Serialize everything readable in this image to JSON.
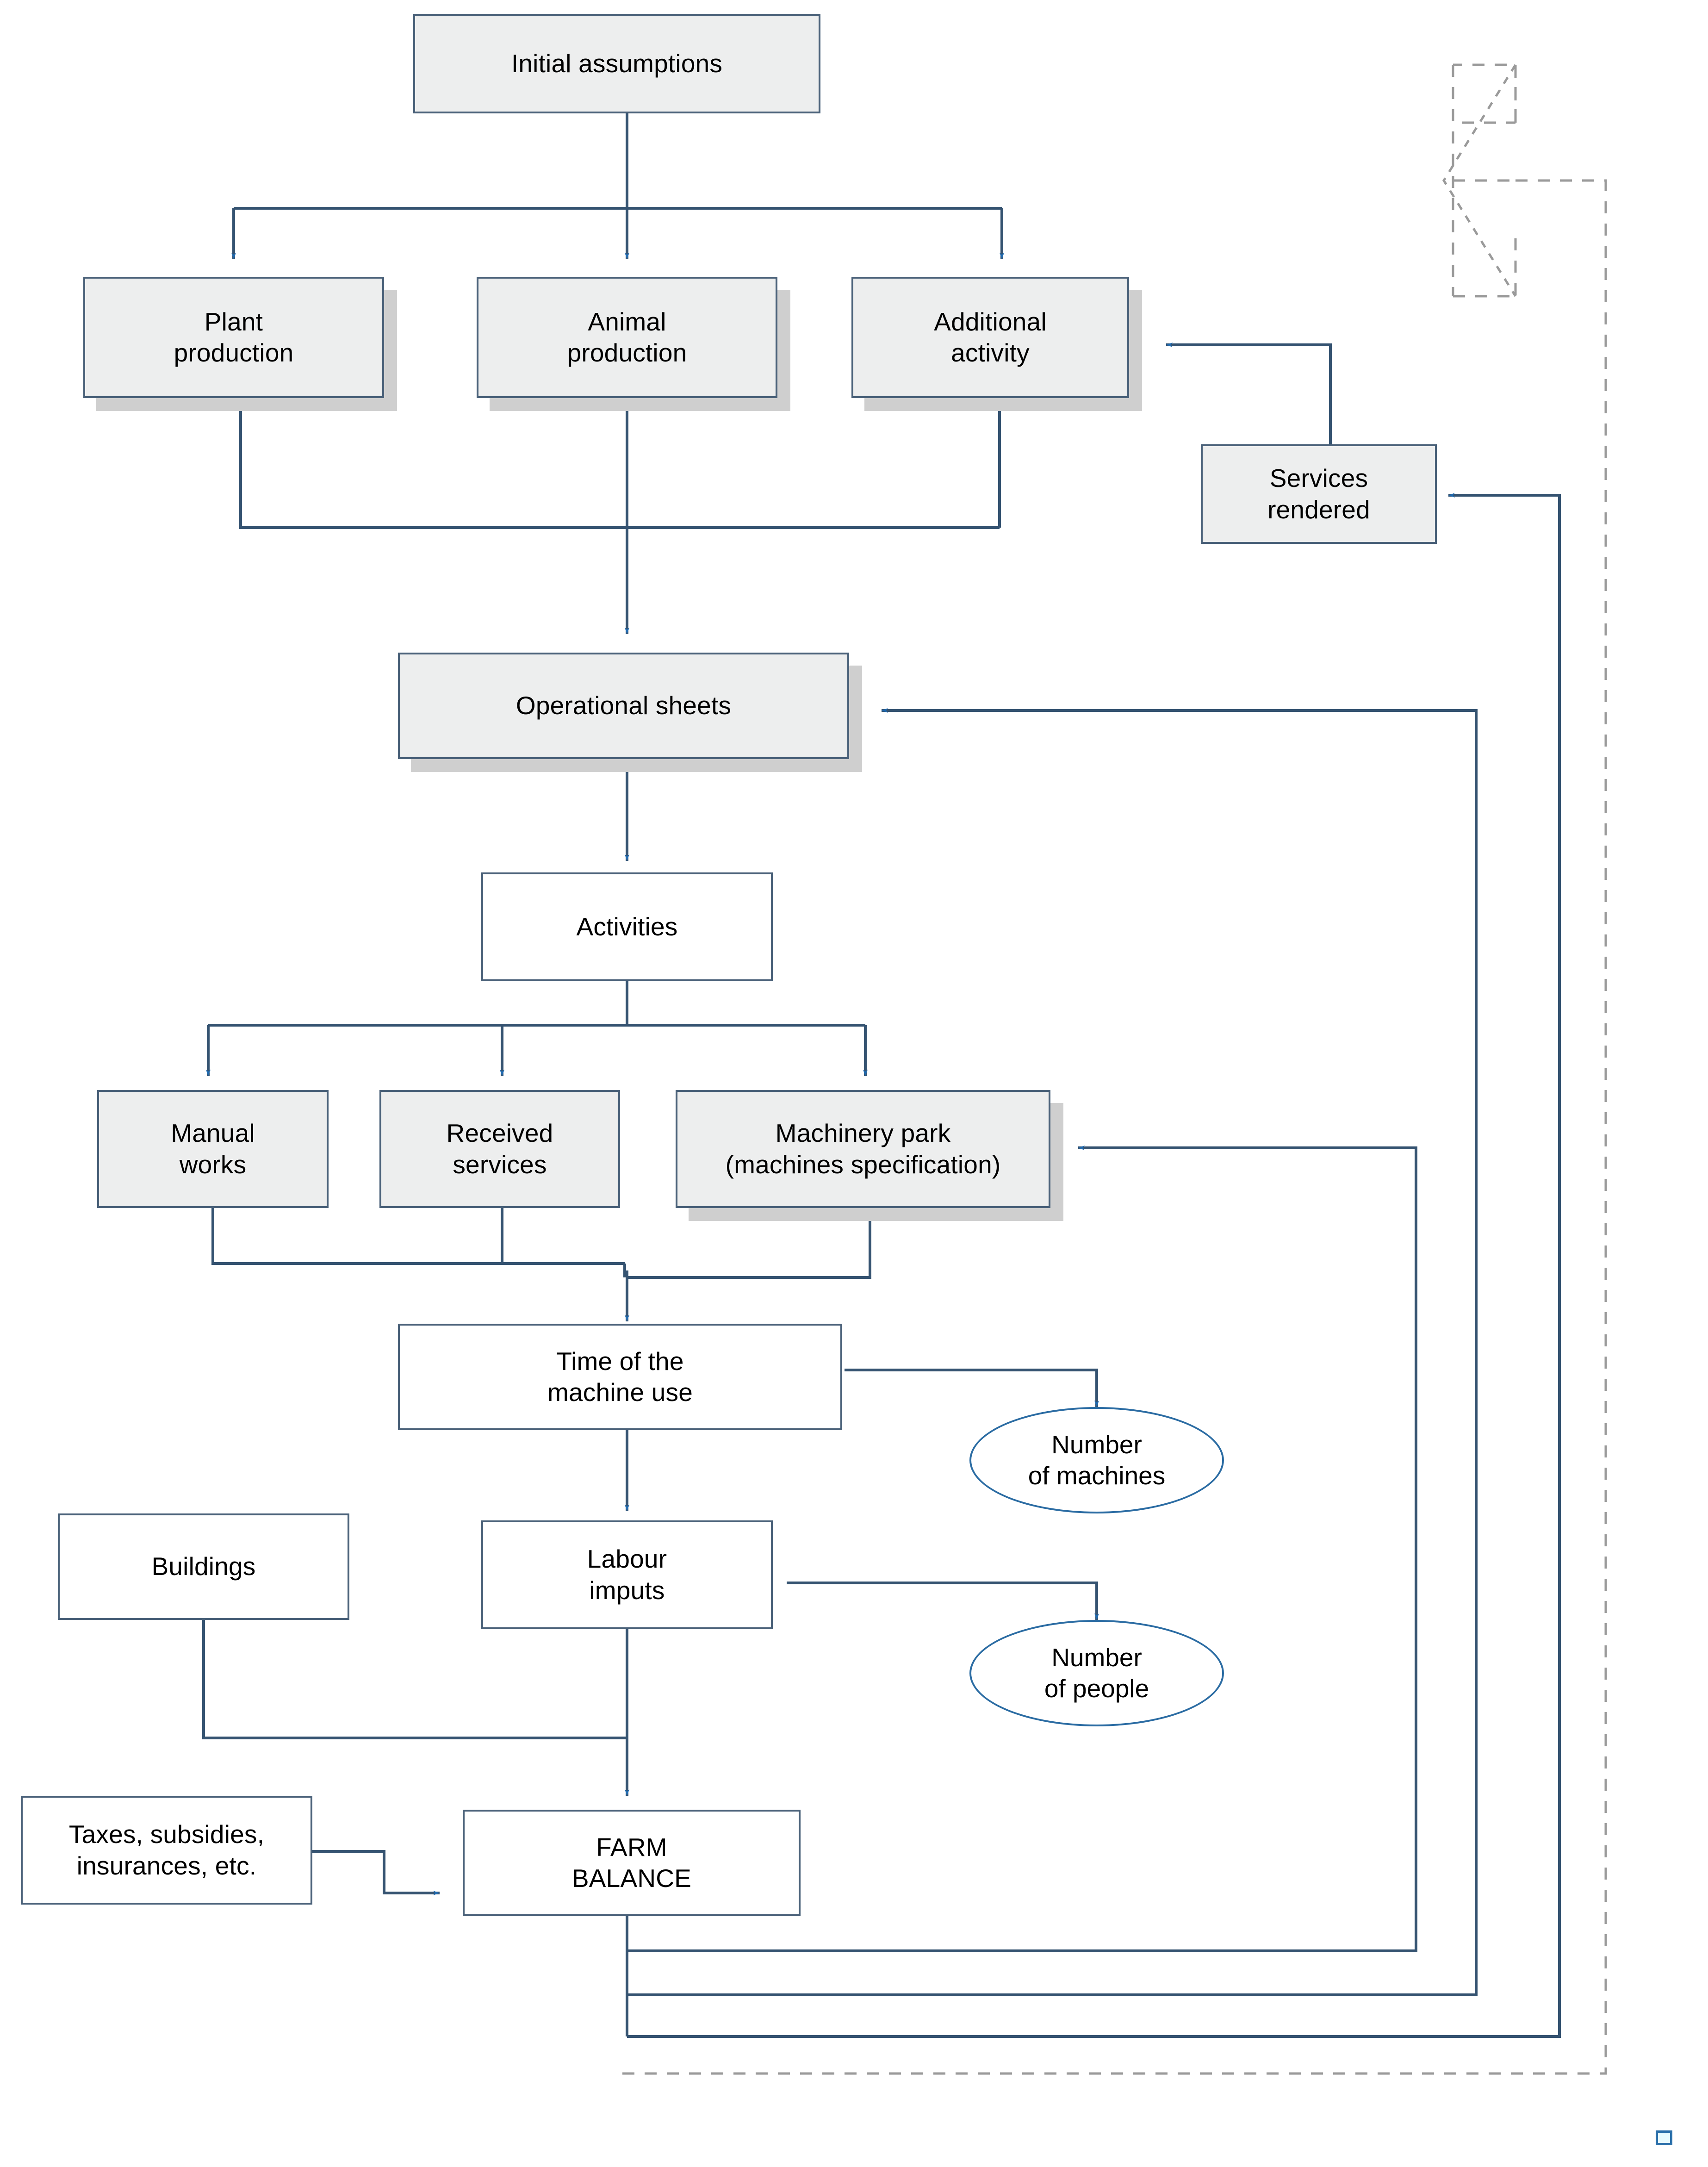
{
  "diagram": {
    "title": "Farm simulation model flowchart",
    "colors": {
      "box_border": "#4a6179",
      "box_fill_shaded": "#edeeee",
      "box_fill_plain": "#ffffff",
      "shadow": "#cfcfcf",
      "connector": "#355371",
      "arrowhead": "#1f6ab0",
      "ellipse_border": "#2b6ca3",
      "dashed_arrow": "#9a9a9a",
      "marker": "#2a6faa"
    },
    "nodes": [
      {
        "id": "initial_assumptions",
        "label": "Initial assumptions",
        "shape": "rectangle",
        "fill": "shaded",
        "shadow": false
      },
      {
        "id": "plant_production",
        "label": "Plant\nproduction",
        "shape": "rectangle",
        "fill": "shaded",
        "shadow": true
      },
      {
        "id": "animal_production",
        "label": "Animal\nproduction",
        "shape": "rectangle",
        "fill": "shaded",
        "shadow": true
      },
      {
        "id": "additional_activity",
        "label": "Additional\nactivity",
        "shape": "rectangle",
        "fill": "shaded",
        "shadow": true
      },
      {
        "id": "services_rendered",
        "label": "Services\nrendered",
        "shape": "rectangle",
        "fill": "shaded",
        "shadow": false
      },
      {
        "id": "operational_sheets",
        "label": "Operational sheets",
        "shape": "rectangle",
        "fill": "shaded",
        "shadow": true
      },
      {
        "id": "activities",
        "label": "Activities",
        "shape": "rectangle",
        "fill": "plain",
        "shadow": false
      },
      {
        "id": "manual_works",
        "label": "Manual\nworks",
        "shape": "rectangle",
        "fill": "shaded",
        "shadow": false
      },
      {
        "id": "received_services",
        "label": "Received\nservices",
        "shape": "rectangle",
        "fill": "shaded",
        "shadow": false
      },
      {
        "id": "machinery_park",
        "label": "Machinery park\n(machines specification)",
        "shape": "rectangle",
        "fill": "shaded",
        "shadow": true
      },
      {
        "id": "time_of_machine_use",
        "label": "Time of the\nmachine use",
        "shape": "rectangle",
        "fill": "plain",
        "shadow": false
      },
      {
        "id": "number_of_machines",
        "label": "Number\nof machines",
        "shape": "ellipse",
        "fill": "plain",
        "shadow": false
      },
      {
        "id": "buildings",
        "label": "Buildings",
        "shape": "rectangle",
        "fill": "plain",
        "shadow": false
      },
      {
        "id": "labour_imputs",
        "label": "Labour\nimputs",
        "shape": "rectangle",
        "fill": "plain",
        "shadow": false
      },
      {
        "id": "number_of_people",
        "label": "Number\nof people",
        "shape": "ellipse",
        "fill": "plain",
        "shadow": false
      },
      {
        "id": "taxes_subsidies",
        "label": "Taxes, subsidies,\ninsurances, etc.",
        "shape": "rectangle",
        "fill": "plain",
        "shadow": false
      },
      {
        "id": "farm_balance",
        "label": "FARM\nBALANCE",
        "shape": "rectangle",
        "fill": "plain",
        "shadow": false
      }
    ],
    "edges": [
      {
        "from": "initial_assumptions",
        "to": "plant_production",
        "style": "solid",
        "arrow": true
      },
      {
        "from": "initial_assumptions",
        "to": "animal_production",
        "style": "solid",
        "arrow": true
      },
      {
        "from": "initial_assumptions",
        "to": "additional_activity",
        "style": "solid",
        "arrow": true
      },
      {
        "from": "plant_production",
        "to": "operational_sheets",
        "style": "solid",
        "arrow": true
      },
      {
        "from": "animal_production",
        "to": "operational_sheets",
        "style": "solid",
        "arrow": true
      },
      {
        "from": "additional_activity",
        "to": "operational_sheets",
        "style": "solid",
        "arrow": true
      },
      {
        "from": "services_rendered",
        "to": "additional_activity",
        "style": "solid",
        "arrow": true
      },
      {
        "from": "operational_sheets",
        "to": "activities",
        "style": "solid",
        "arrow": true
      },
      {
        "from": "activities",
        "to": "manual_works",
        "style": "solid",
        "arrow": true
      },
      {
        "from": "activities",
        "to": "received_services",
        "style": "solid",
        "arrow": true
      },
      {
        "from": "activities",
        "to": "machinery_park",
        "style": "solid",
        "arrow": true
      },
      {
        "from": "manual_works",
        "to": "time_of_machine_use",
        "style": "solid",
        "arrow": true
      },
      {
        "from": "received_services",
        "to": "time_of_machine_use",
        "style": "solid",
        "arrow": true
      },
      {
        "from": "machinery_park",
        "to": "time_of_machine_use",
        "style": "solid",
        "arrow": true
      },
      {
        "from": "time_of_machine_use",
        "to": "number_of_machines",
        "style": "solid",
        "arrow": true
      },
      {
        "from": "time_of_machine_use",
        "to": "labour_imputs",
        "style": "solid",
        "arrow": true
      },
      {
        "from": "labour_imputs",
        "to": "number_of_people",
        "style": "solid",
        "arrow": true
      },
      {
        "from": "labour_imputs",
        "to": "farm_balance",
        "style": "solid",
        "arrow": true
      },
      {
        "from": "buildings",
        "to": "farm_balance",
        "style": "solid",
        "arrow": true
      },
      {
        "from": "taxes_subsidies",
        "to": "farm_balance",
        "style": "solid",
        "arrow": true
      },
      {
        "from": "farm_balance",
        "to": "machinery_park",
        "style": "solid",
        "arrow": true
      },
      {
        "from": "farm_balance",
        "to": "operational_sheets",
        "style": "solid",
        "arrow": true
      },
      {
        "from": "farm_balance",
        "to": "services_rendered",
        "style": "solid",
        "arrow": true
      },
      {
        "from": "farm_balance",
        "to": "feedback_outline",
        "style": "dashed",
        "arrow": true
      }
    ],
    "decorations": [
      {
        "id": "feedback-block-arrow",
        "label": "dashed left-pointing block arrow",
        "style": "dashed"
      },
      {
        "id": "corner-marker",
        "label": "small square marker"
      }
    ]
  }
}
